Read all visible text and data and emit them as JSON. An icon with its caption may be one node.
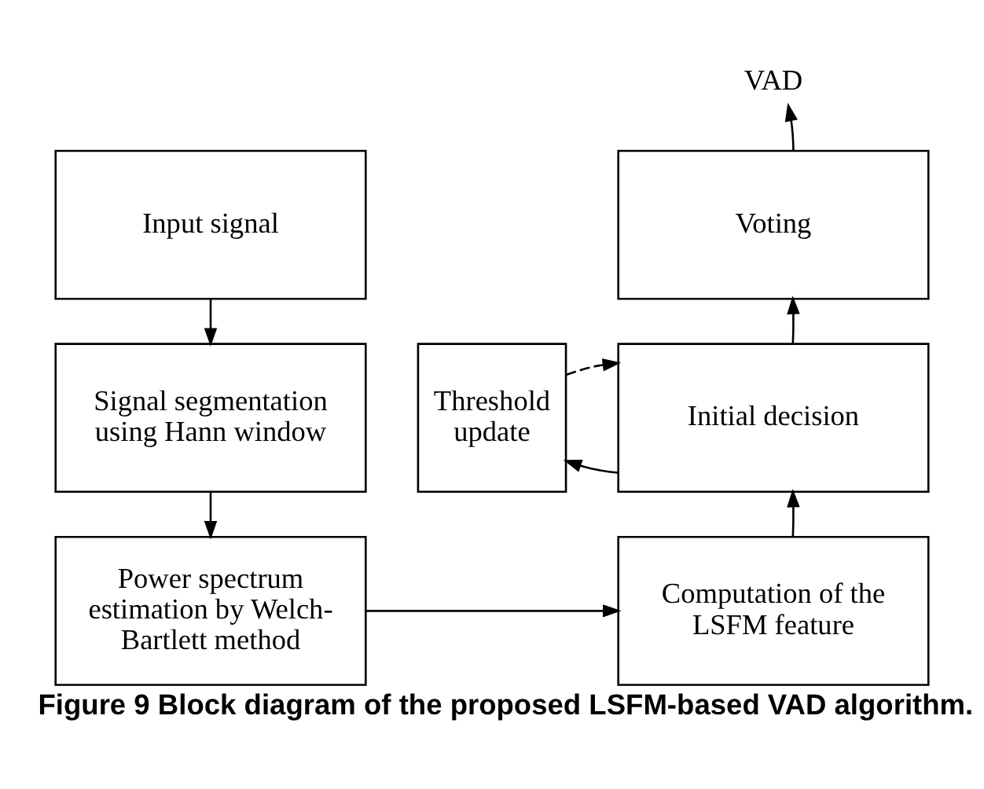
{
  "diagram": {
    "caption": "Figure 9 Block diagram of the proposed LSFM-based VAD algorithm.",
    "nodes": [
      {
        "text": [
          "Input signal"
        ]
      },
      {
        "text": [
          "Signal segmentation using Hann window"
        ]
      },
      {
        "text": [
          "Power spectrum estimation by Welch-Bartlett method"
        ]
      },
      {
        "text": [
          "Computation of the LSFM feature"
        ]
      },
      {
        "text": [
          "Initial decision"
        ]
      },
      {
        "text": [
          "Threshold update"
        ]
      },
      {
        "text": [
          "Voting"
        ]
      },
      {
        "text": [
          "VAD"
        ]
      }
    ],
    "edges": [
      {
        "from": 0,
        "to": 1,
        "arrow": "to"
      },
      {
        "from": 1,
        "to": 2,
        "arrow": "to"
      },
      {
        "from": 2,
        "to": 3,
        "arrow": "to"
      },
      {
        "from": 3,
        "to": 4,
        "arrow": "to"
      },
      {
        "from": 4,
        "to": 6,
        "arrow": "to"
      },
      {
        "from": 4,
        "to": 5,
        "arrow": "to"
      },
      {
        "from": 5,
        "to": 4,
        "arrow": "to",
        "style": "dashed"
      },
      {
        "from": 6,
        "to": 7,
        "arrow": "to"
      }
    ]
  }
}
